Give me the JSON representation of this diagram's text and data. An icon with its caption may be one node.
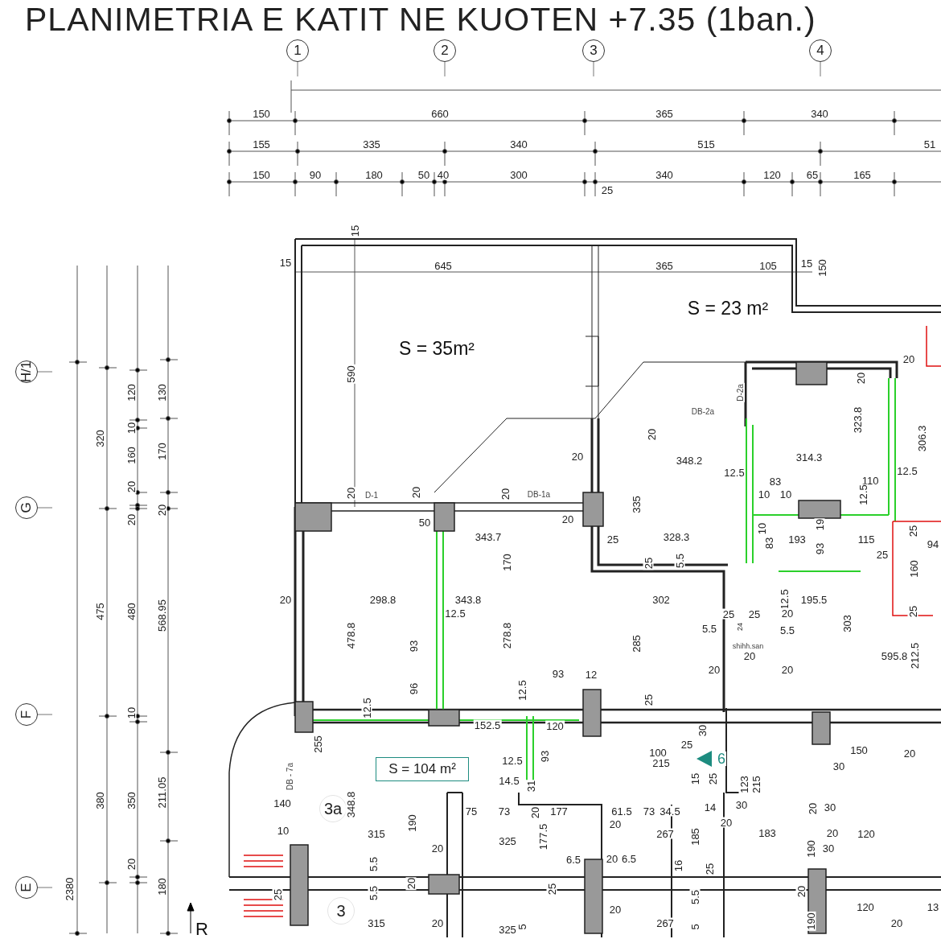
{
  "diagram": {
    "title": "PLANIMETRIA E KATIT NE KUOTEN +7.35 (1ban.)",
    "nodes": [
      {
        "text": [
          "1"
        ]
      },
      {
        "text": [
          "2"
        ]
      },
      {
        "text": [
          "3"
        ]
      },
      {
        "text": [
          "4"
        ]
      },
      {
        "text": [
          "H/1"
        ]
      },
      {
        "text": [
          "G"
        ]
      },
      {
        "text": [
          "F"
        ]
      },
      {
        "text": [
          "S = 104 m²"
        ]
      },
      {
        "text": [
          "3a"
        ]
      },
      {
        "text": [
          "E"
        ]
      },
      {
        "text": [
          "3"
        ]
      }
    ],
    "labels": [
      "150",
      "660",
      "365",
      "340",
      "155",
      "335",
      "340",
      "515",
      "51",
      "150",
      "90",
      "180",
      "50",
      "40",
      "300",
      "340",
      "120",
      "65",
      "165",
      "25",
      "15",
      "15",
      "645",
      "365",
      "105",
      "15",
      "150",
      "S = 23 m²",
      "S = 35m²",
      "20",
      "590",
      "20",
      "120",
      "130",
      "D-2a",
      "DB-2a",
      "323.8",
      "10",
      "20",
      "320",
      "306.3",
      "160",
      "170",
      "20",
      "348.2",
      "314.3",
      "12.5",
      "12.5",
      "83",
      "110",
      "20",
      "10",
      "10",
      "12.5",
      "D-1",
      "20",
      "20",
      "20",
      "DB-1a",
      "335",
      "20",
      "20",
      "50",
      "20",
      "10",
      "19",
      "25",
      "343.7",
      "25",
      "328.3",
      "193",
      "115",
      "94",
      "83",
      "93",
      "25",
      "170",
      "25",
      "5.5",
      "160",
      "12.5",
      "20",
      "298.8",
      "343.8",
      "302",
      "195.5",
      "12.5",
      "25",
      "25",
      "20",
      "25",
      "475",
      "480",
      "568.95",
      "303",
      "5.5",
      "24",
      "5.5",
      "478.8",
      "278.8",
      "285",
      "93",
      "shihh.san",
      "595.8",
      "212.5",
      "20",
      "20",
      "20",
      "93",
      "12",
      "96",
      "12.5",
      "25",
      "12.5",
      "10",
      "152.5",
      "120",
      "30",
      "255",
      "25",
      "100",
      "150",
      "20",
      "93",
      "12.5",
      "215",
      "6",
      "30",
      "DB - 7a",
      "15",
      "25",
      "14.5",
      "31",
      "123",
      "215",
      "211.05",
      "380",
      "350",
      "140",
      "348.8",
      "14",
      "30",
      "20",
      "30",
      "75",
      "73",
      "20",
      "177",
      "61.5",
      "73",
      "34.5",
      "20",
      "190",
      "20",
      "10",
      "315",
      "267",
      "183",
      "20",
      "120",
      "177.5",
      "185",
      "325",
      "20",
      "190",
      "30",
      "20",
      "5.5",
      "6.5",
      "20",
      "6.5",
      "16",
      "25",
      "2380",
      "180",
      "25",
      "5.5",
      "20",
      "25",
      "5.5",
      "20",
      "20",
      "120",
      "13",
      "R",
      "315",
      "20",
      "325",
      "5",
      "267",
      "5",
      "190",
      "20"
    ]
  }
}
